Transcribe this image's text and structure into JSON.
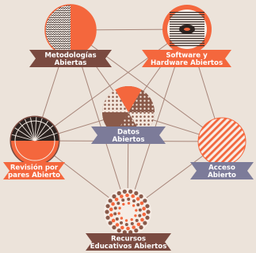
{
  "colors": {
    "background": "#ece3da",
    "ribbon": "#7a4a40",
    "ribbon_alt": "#7c7b99",
    "orange": "#f4673d",
    "dark": "#2c2320",
    "brown": "#8a5a4a",
    "line": "#a78579"
  },
  "nodes": {
    "metodologias": {
      "line1": "Metodologías",
      "line2": "Abiertas",
      "icon": "zigzag-half-circle-icon"
    },
    "software": {
      "line1": "Software y",
      "line2": "Hardware Abiertos",
      "icon": "lens-stripes-circle-icon"
    },
    "datos": {
      "line1": "Datos",
      "line2": "Abiertos",
      "icon": "dotted-segments-circle-icon"
    },
    "revision": {
      "line1": "Revisión por",
      "line2": "pares Abierto",
      "icon": "fan-half-circle-icon"
    },
    "acceso": {
      "line1": "Acceso",
      "line2": "Abierto",
      "icon": "diagonal-stripes-circle-icon"
    },
    "recursos": {
      "line1": "Recursos",
      "line2": "Educativos Abiertos",
      "icon": "rosette-dots-circle-icon"
    }
  }
}
